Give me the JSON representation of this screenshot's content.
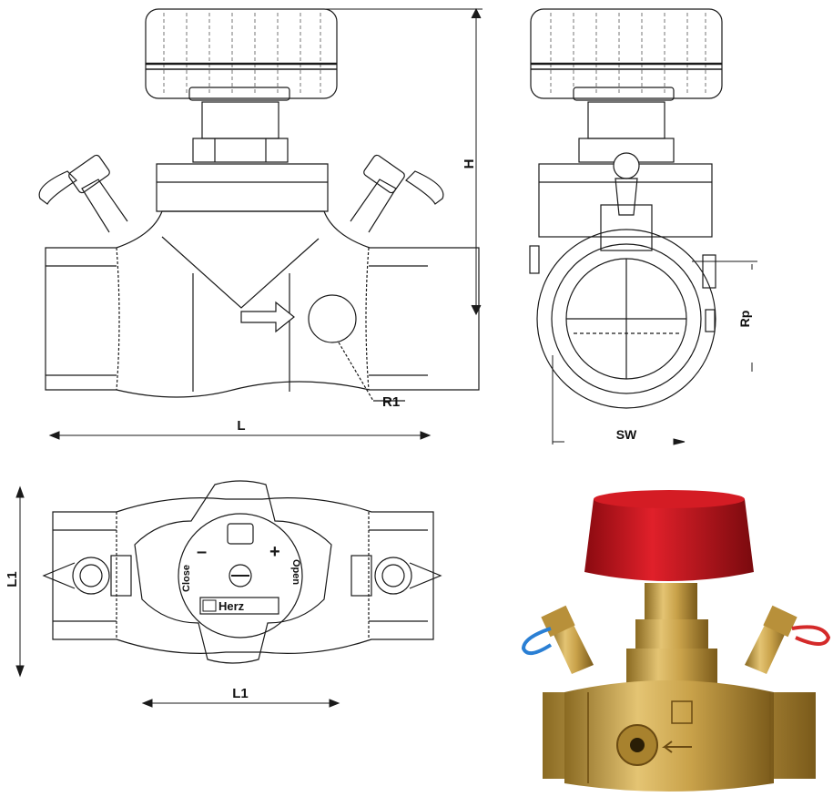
{
  "labels": {
    "H": "H",
    "L": "L",
    "R1": "R1",
    "Rp": "Rp",
    "SW": "SW",
    "L1_vertical": "L1",
    "L1_horizontal": "L1",
    "close": "Close",
    "open": "Open",
    "minus": "–",
    "plus": "+",
    "brand": "Herz"
  },
  "colors": {
    "line": "#1a1a1a",
    "handwheel_red": "#c4121a",
    "brass": "#c9a24a",
    "brass_dark": "#8a6a22",
    "cap_blue": "#2a7fd4",
    "cap_red": "#d42a2a"
  }
}
